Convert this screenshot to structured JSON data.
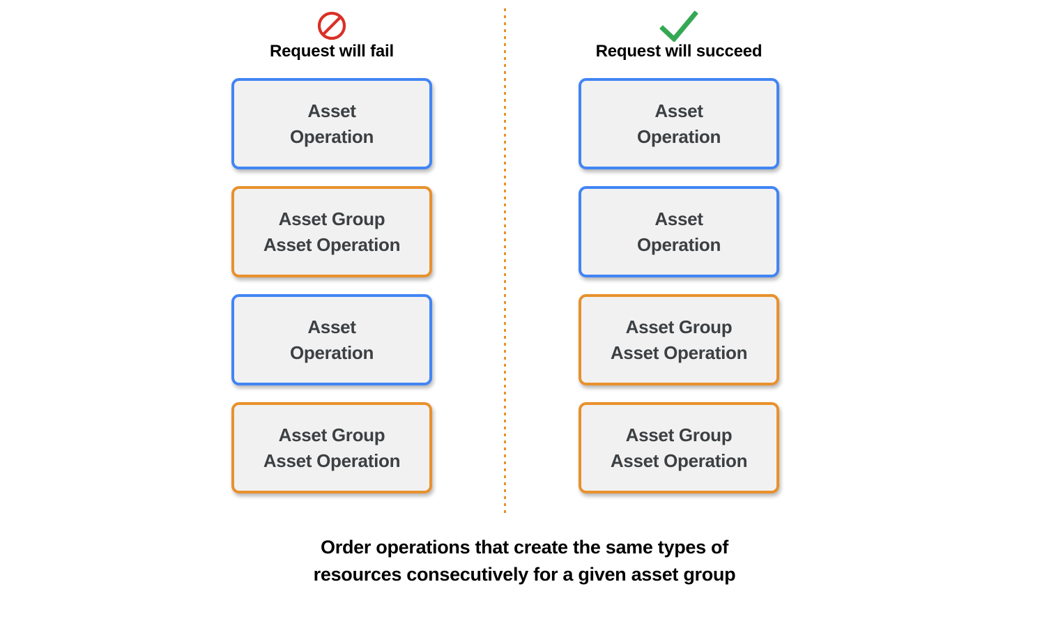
{
  "diagram": {
    "colors": {
      "blue_border": "#4285F4",
      "orange_border": "#E8912D",
      "box_fill": "#F1F1F1",
      "text": "#3C4043",
      "fail_icon": "#D93025",
      "succeed_icon": "#34A853",
      "divider": "#E8912D",
      "background": "#FFFFFF"
    },
    "columns": [
      {
        "id": "fail",
        "title": "Request will fail",
        "icon": "prohibition-icon",
        "boxes": [
          {
            "label": "Asset\nOperation",
            "type": "asset-operation",
            "color": "blue"
          },
          {
            "label": "Asset Group\nAsset Operation",
            "type": "asset-group-asset-operation",
            "color": "orange"
          },
          {
            "label": "Asset\nOperation",
            "type": "asset-operation",
            "color": "blue"
          },
          {
            "label": "Asset Group\nAsset Operation",
            "type": "asset-group-asset-operation",
            "color": "orange"
          }
        ]
      },
      {
        "id": "succeed",
        "title": "Request will succeed",
        "icon": "checkmark-icon",
        "boxes": [
          {
            "label": "Asset\nOperation",
            "type": "asset-operation",
            "color": "blue"
          },
          {
            "label": "Asset\nOperation",
            "type": "asset-operation",
            "color": "blue"
          },
          {
            "label": "Asset Group\nAsset Operation",
            "type": "asset-group-asset-operation",
            "color": "orange"
          },
          {
            "label": "Asset Group\nAsset Operation",
            "type": "asset-group-asset-operation",
            "color": "orange"
          }
        ]
      }
    ],
    "caption": "Order operations that create the same types of\nresources consecutively for a given asset group"
  }
}
